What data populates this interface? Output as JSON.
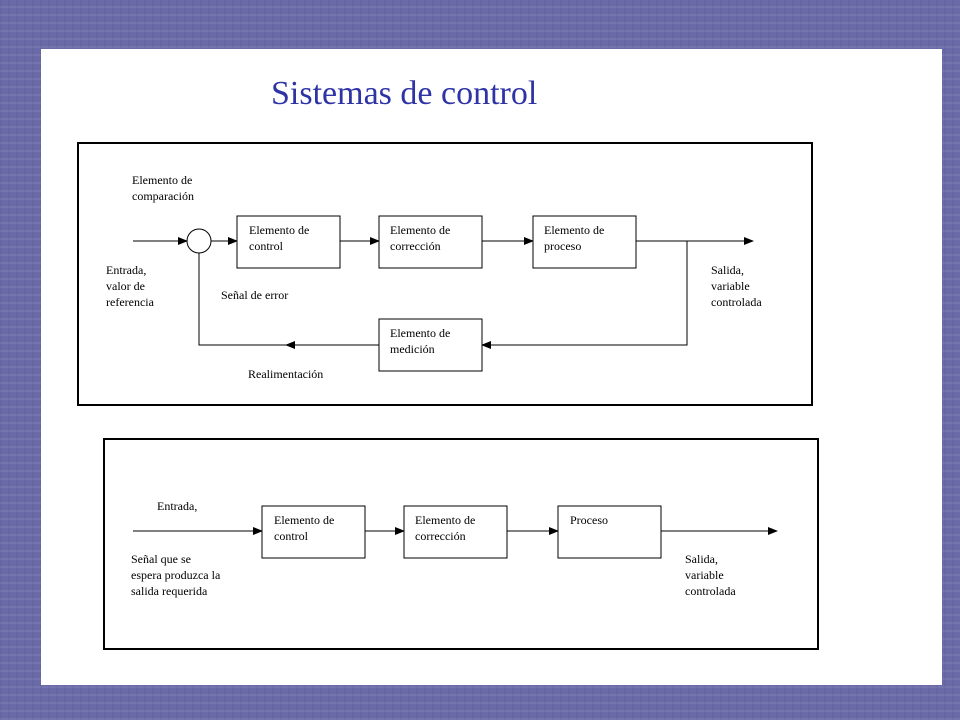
{
  "title": "Sistemas de control",
  "diagram_closed": {
    "labels": {
      "comparison": [
        "Elemento de",
        "comparación"
      ],
      "input": [
        "Entrada,",
        "valor de",
        "referencia"
      ],
      "error": "Señal de error",
      "output": [
        "Salida,",
        "variable",
        "controlada"
      ],
      "feedback": "Realimentación"
    },
    "boxes": {
      "control": [
        "Elemento de",
        "control"
      ],
      "correction": [
        "Elemento de",
        "corrección"
      ],
      "process": [
        "Elemento de",
        "proceso"
      ],
      "measurement": [
        "Elemento de",
        "medición"
      ]
    }
  },
  "diagram_open": {
    "labels": {
      "input": "Entrada,",
      "signal": [
        "Señal que se",
        "espera produzca la",
        "salida requerida"
      ],
      "output": [
        "Salida,",
        "variable",
        "controlada"
      ]
    },
    "boxes": {
      "control": [
        "Elemento de",
        "control"
      ],
      "correction": [
        "Elemento de",
        "corrección"
      ],
      "process": [
        "Proceso"
      ]
    }
  }
}
